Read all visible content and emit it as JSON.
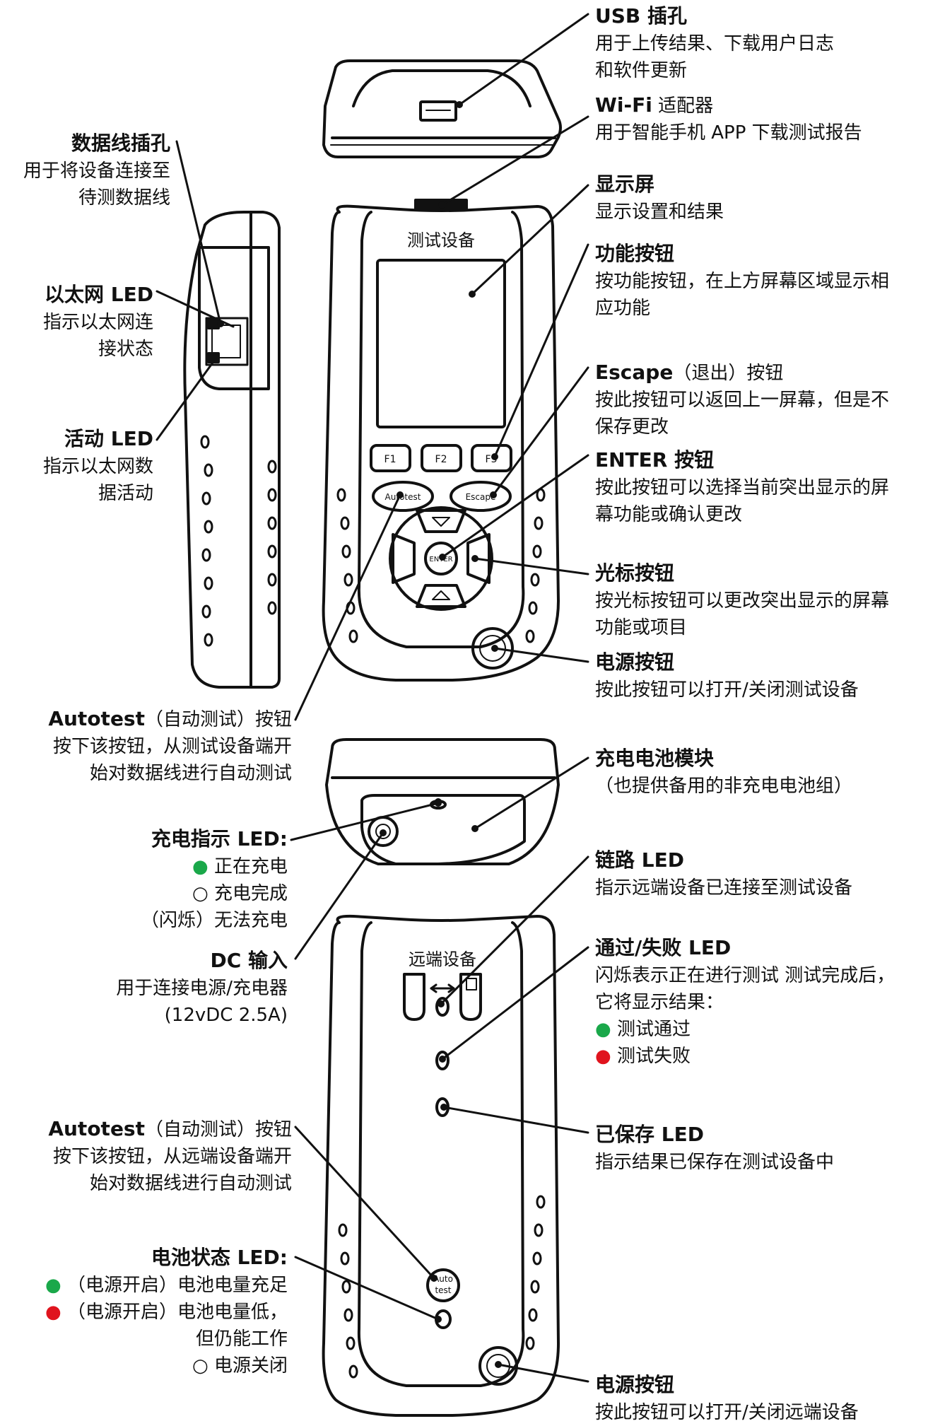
{
  "device": {
    "tester_label": "测试设备",
    "remote_label": "远端设备",
    "f1": "F1",
    "f2": "F2",
    "f3": "F3",
    "autotest_btn": "Autotest",
    "escape_btn": "Escape",
    "enter_btn": "ENTER",
    "remote_autotest_line1": "Auto",
    "remote_autotest_line2": "test"
  },
  "callouts": {
    "usb": {
      "title": "USB 插孔",
      "desc": "用于上传结果、下载用户日志\n和软件更新"
    },
    "wifi": {
      "title": "Wi-Fi",
      "title_suffix": " 适配器",
      "desc": "用于智能手机 APP 下载测试报告"
    },
    "display": {
      "title": "显示屏",
      "desc": "显示设置和结果"
    },
    "function": {
      "title": "功能按钮",
      "desc": "按功能按钮，在上方屏幕区域显示相\n应功能"
    },
    "escape": {
      "title": "Escape",
      "title_suffix": "（退出）按钮",
      "desc": "按此按钮可以返回上一屏幕，但是不\n保存更改"
    },
    "enter": {
      "title": "ENTER 按钮",
      "desc": "按此按钮可以选择当前突出显示的屏\n幕功能或确认更改"
    },
    "cursor": {
      "title": "光标按钮",
      "desc": "按光标按钮可以更改突出显示的屏幕\n功能或项目"
    },
    "power": {
      "title": "电源按钮",
      "desc": "按此按钮可以打开/关闭测试设备"
    },
    "data_port": {
      "title": "数据线插孔",
      "desc": "用于将设备连接至\n待测数据线"
    },
    "eth_led": {
      "title": "以太网 LED",
      "desc": "指示以太网连\n接状态"
    },
    "act_led": {
      "title": "活动 LED",
      "desc": "指示以太网数\n据活动"
    },
    "autotest": {
      "title": "Autotest",
      "title_suffix": "（自动测试）按钮",
      "desc": "按下该按钮，从测试设备端开\n始对数据线进行自动测试"
    },
    "battery_module": {
      "title": "充电电池模块",
      "desc": "（也提供备用的非充电电池组）"
    },
    "charge_led": {
      "title": "充电指示 LED:",
      "items": [
        {
          "bullet": "●",
          "kind": "green",
          "text": "正在充电"
        },
        {
          "bullet": "○",
          "kind": "open",
          "text": "充电完成"
        },
        {
          "bullet": "",
          "kind": "none",
          "text": "（闪烁）无法充电"
        }
      ]
    },
    "dc_input": {
      "title": "DC 输入",
      "desc": "用于连接电源/充电器\n(12vDC 2.5A)"
    },
    "link_led": {
      "title": "链路 LED",
      "desc": "指示远端设备已连接至测试设备"
    },
    "passfail_led": {
      "title": "通过/失败 LED",
      "desc": "闪烁表示正在进行测试 测试完成后，\n它将显示结果：",
      "items": [
        {
          "bullet": "●",
          "kind": "green",
          "text": "测试通过"
        },
        {
          "bullet": "●",
          "kind": "red",
          "text": "测试失败"
        }
      ]
    },
    "saved_led": {
      "title": "已保存 LED",
      "desc": "指示结果已保存在测试设备中"
    },
    "remote_autotest": {
      "title": "Autotest",
      "title_suffix": "（自动测试）按钮",
      "desc": "按下该按钮，从远端设备端开\n始对数据线进行自动测试"
    },
    "battery_led": {
      "title": "电池状态 LED:",
      "items": [
        {
          "bullet": "●",
          "kind": "green",
          "text": "（电源开启）电池电量充足"
        },
        {
          "bullet": "●",
          "kind": "red",
          "text": "（电源开启）电池电量低，"
        },
        {
          "bullet": "",
          "kind": "none",
          "text": "但仍能工作"
        },
        {
          "bullet": "○",
          "kind": "open",
          "text": "电源关闭"
        }
      ]
    },
    "remote_power": {
      "title": "电源按钮",
      "desc": "按此按钮可以打开/关闭远端设备"
    }
  },
  "colors": {
    "led_green": "#1aa84a",
    "led_red": "#e0141e",
    "ink": "#111111"
  }
}
